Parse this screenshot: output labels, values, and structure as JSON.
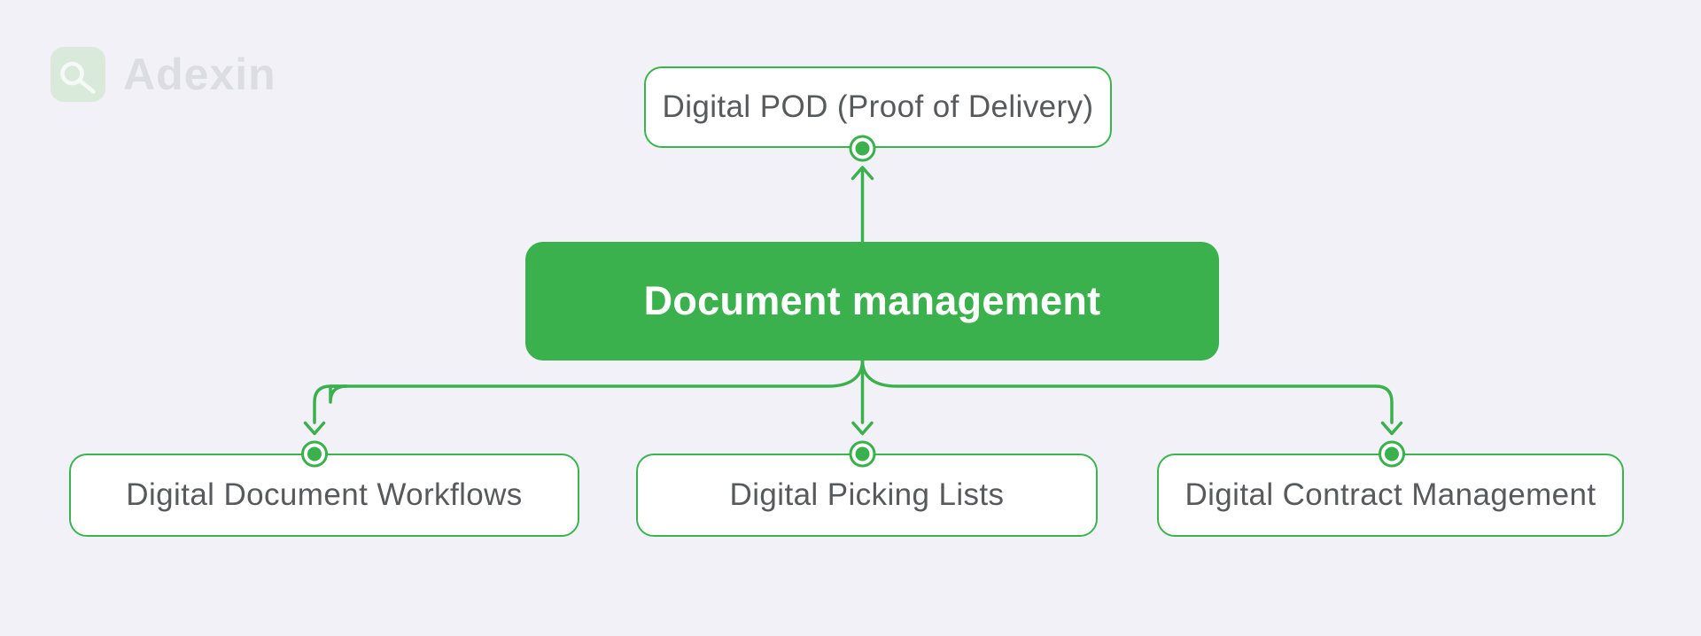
{
  "brand": {
    "name": "Adexin",
    "logo_icon": "adexin-a-mark"
  },
  "colors": {
    "green": "#3ab14c",
    "node_border": "#3cb44e",
    "label_text": "#58595c",
    "title_text": "#ffffff",
    "bg": "#f1f1f7",
    "logo_square": "#d9e9da",
    "logo_glyph": "#f6faf6",
    "wordmark": "#dcdde3"
  },
  "diagram": {
    "root": {
      "label": "Document management"
    },
    "top_node": {
      "label": "Digital POD (Proof of Delivery)"
    },
    "child_nodes": [
      {
        "label": "Digital Document Workflows"
      },
      {
        "label": "Digital Picking Lists"
      },
      {
        "label": "Digital Contract Management"
      }
    ]
  }
}
